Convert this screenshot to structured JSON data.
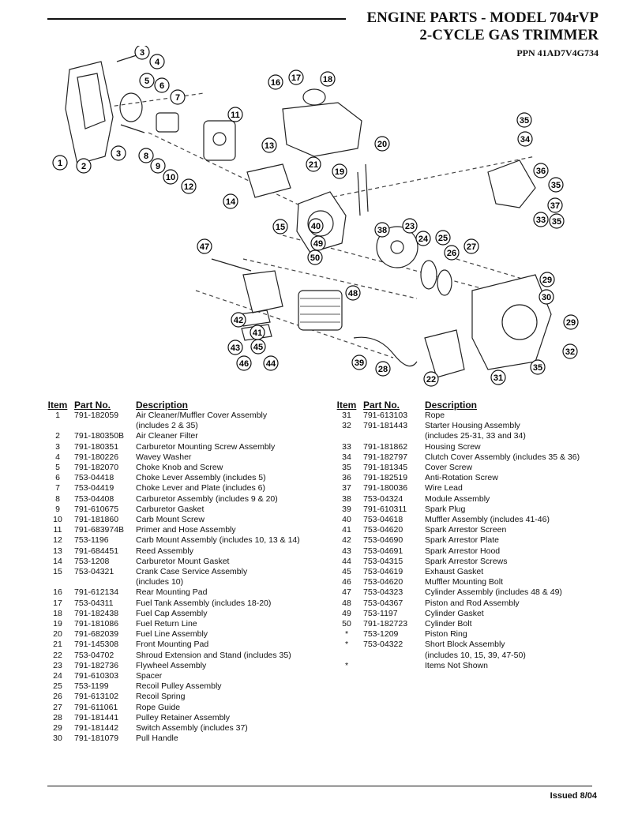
{
  "header": {
    "title": "ENGINE PARTS - MODEL 704rVP",
    "subtitle": "2-CYCLE GAS TRIMMER",
    "ppn": "PPN 41AD7V4G734"
  },
  "table_headers": {
    "item": "Item",
    "part_no": "Part No.",
    "description": "Description"
  },
  "left_rows": [
    {
      "item": "1",
      "part": "791-182059",
      "desc": "Air Cleaner/Muffler Cover Assembly"
    },
    {
      "item": "",
      "part": "",
      "desc": "(includes 2 & 35)"
    },
    {
      "item": "2",
      "part": "791-180350B",
      "desc": "Air Cleaner Filter"
    },
    {
      "item": "3",
      "part": "791-180351",
      "desc": "Carburetor Mounting Screw Assembly"
    },
    {
      "item": "4",
      "part": "791-180226",
      "desc": "Wavey Washer"
    },
    {
      "item": "5",
      "part": "791-182070",
      "desc": "Choke Knob and Screw"
    },
    {
      "item": "6",
      "part": "753-04418",
      "desc": "Choke Lever Assembly (includes 5)"
    },
    {
      "item": "7",
      "part": "753-04419",
      "desc": "Choke Lever and Plate (includes 6)"
    },
    {
      "item": "8",
      "part": "753-04408",
      "desc": "Carburetor Assembly (includes 9 & 20)"
    },
    {
      "item": "9",
      "part": "791-610675",
      "desc": "Carburetor Gasket"
    },
    {
      "item": "10",
      "part": "791-181860",
      "desc": "Carb Mount Screw"
    },
    {
      "item": "11",
      "part": "791-683974B",
      "desc": "Primer and Hose Assembly"
    },
    {
      "item": "12",
      "part": "753-1196",
      "desc": "Carb Mount Assembly (includes 10, 13 & 14)"
    },
    {
      "item": "13",
      "part": "791-684451",
      "desc": "Reed Assembly"
    },
    {
      "item": "14",
      "part": "753-1208",
      "desc": "Carburetor Mount Gasket"
    },
    {
      "item": "15",
      "part": "753-04321",
      "desc": "Crank Case Service Assembly"
    },
    {
      "item": "",
      "part": "",
      "desc": "(includes 10)"
    },
    {
      "item": "16",
      "part": "791-612134",
      "desc": "Rear Mounting Pad"
    },
    {
      "item": "17",
      "part": "753-04311",
      "desc": "Fuel Tank Assembly (includes 18-20)"
    },
    {
      "item": "18",
      "part": "791-182438",
      "desc": "Fuel Cap Assembly"
    },
    {
      "item": "19",
      "part": "791-181086",
      "desc": "Fuel Return Line"
    },
    {
      "item": "20",
      "part": "791-682039",
      "desc": "Fuel Line Assembly"
    },
    {
      "item": "21",
      "part": "791-145308",
      "desc": "Front Mounting Pad"
    },
    {
      "item": "22",
      "part": "753-04702",
      "desc": "Shroud Extension and Stand (includes 35)"
    },
    {
      "item": "23",
      "part": "791-182736",
      "desc": "Flywheel Assembly"
    },
    {
      "item": "24",
      "part": "791-610303",
      "desc": "Spacer"
    },
    {
      "item": "25",
      "part": "753-1199",
      "desc": "Recoil Pulley Assembly"
    },
    {
      "item": "26",
      "part": "791-613102",
      "desc": "Recoil Spring"
    },
    {
      "item": "27",
      "part": "791-611061",
      "desc": "Rope Guide"
    },
    {
      "item": "28",
      "part": "791-181441",
      "desc": "Pulley Retainer Assembly"
    },
    {
      "item": "29",
      "part": "791-181442",
      "desc": "Switch Assembly (includes 37)"
    },
    {
      "item": "30",
      "part": "791-181079",
      "desc": "Pull Handle"
    }
  ],
  "right_rows": [
    {
      "item": "31",
      "part": "791-613103",
      "desc": "Rope"
    },
    {
      "item": "32",
      "part": "791-181443",
      "desc": "Starter Housing Assembly"
    },
    {
      "item": "",
      "part": "",
      "desc": "(includes 25-31, 33 and 34)"
    },
    {
      "item": "33",
      "part": "791-181862",
      "desc": "Housing Screw"
    },
    {
      "item": "34",
      "part": "791-182797",
      "desc": "Clutch Cover Assembly (includes 35 & 36)"
    },
    {
      "item": "35",
      "part": "791-181345",
      "desc": "Cover Screw"
    },
    {
      "item": "36",
      "part": "791-182519",
      "desc": "Anti-Rotation Screw"
    },
    {
      "item": "37",
      "part": "791-180036",
      "desc": "Wire Lead"
    },
    {
      "item": "38",
      "part": "753-04324",
      "desc": "Module Assembly"
    },
    {
      "item": "39",
      "part": "791-610311",
      "desc": "Spark Plug"
    },
    {
      "item": "40",
      "part": "753-04618",
      "desc": "Muffler Assembly (includes 41-46)"
    },
    {
      "item": "41",
      "part": "753-04620",
      "desc": "Spark Arrestor Screen"
    },
    {
      "item": "42",
      "part": "753-04690",
      "desc": "Spark Arrestor Plate"
    },
    {
      "item": "43",
      "part": "753-04691",
      "desc": "Spark Arrestor Hood"
    },
    {
      "item": "44",
      "part": "753-04315",
      "desc": "Spark Arrestor Screws"
    },
    {
      "item": "45",
      "part": "753-04619",
      "desc": "Exhaust Gasket"
    },
    {
      "item": "46",
      "part": "753-04620",
      "desc": "Muffler Mounting Bolt"
    },
    {
      "item": "47",
      "part": "753-04323",
      "desc": "Cylinder Assembly (includes 48 & 49)"
    },
    {
      "item": "48",
      "part": "753-04367",
      "desc": "Piston and Rod Assembly"
    },
    {
      "item": "49",
      "part": "753-1197",
      "desc": "Cylinder Gasket"
    },
    {
      "item": "50",
      "part": "791-182723",
      "desc": "Cylinder Bolt"
    },
    {
      "item": "*",
      "part": "753-1209",
      "desc": "Piston Ring"
    },
    {
      "item": "*",
      "part": "753-04322",
      "desc": "Short Block Assembly"
    },
    {
      "item": "",
      "part": "",
      "desc": "(includes 10, 15, 39, 47-50)"
    },
    {
      "item": "",
      "part": "",
      "desc": ""
    },
    {
      "item": "*",
      "part": "",
      "desc": "Items Not Shown"
    }
  ],
  "diagram_callouts": [
    "1",
    "2",
    "3",
    "3",
    "4",
    "5",
    "6",
    "7",
    "8",
    "9",
    "10",
    "11",
    "12",
    "13",
    "14",
    "15",
    "16",
    "17",
    "18",
    "19",
    "20",
    "21",
    "22",
    "23",
    "24",
    "25",
    "26",
    "27",
    "28",
    "29",
    "29",
    "30",
    "31",
    "32",
    "33",
    "34",
    "35",
    "35",
    "35",
    "35",
    "36",
    "37",
    "38",
    "39",
    "40",
    "41",
    "42",
    "43",
    "44",
    "45",
    "46",
    "47",
    "48",
    "49",
    "50"
  ],
  "footer": {
    "issued": "Issued 8/04"
  }
}
